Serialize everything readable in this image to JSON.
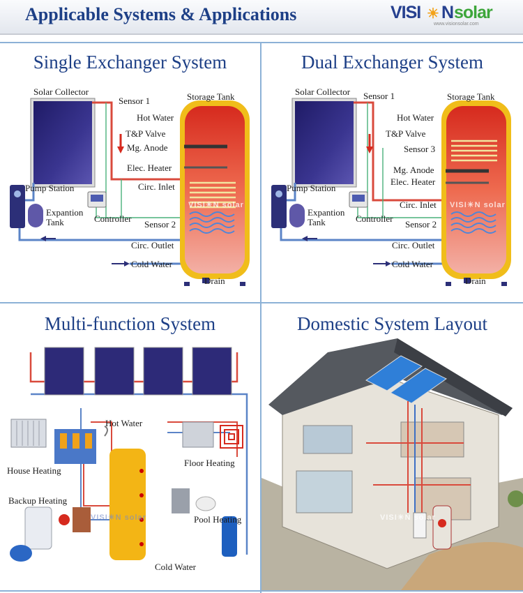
{
  "header": {
    "title": "Applicable Systems & Applications",
    "logo": {
      "vis": "VISI",
      "sun_glyph": "☀",
      "n": "N",
      "solar": "solar",
      "url": "www.visionsolar.com"
    }
  },
  "panels": {
    "single": {
      "title": "Single Exchanger System",
      "labels": {
        "solar_collector": "Solar Collector",
        "sensor1": "Sensor 1",
        "storage_tank": "Storage Tank",
        "hot_water": "Hot Water",
        "tp_valve": "T&P Valve",
        "mg_anode": "Mg. Anode",
        "elec_heater": "Elec. Heater",
        "pump_station": "Pump Station",
        "circ_inlet": "Circ. Inlet",
        "expansion_tank": "Expantion\nTank",
        "controller": "Controller",
        "sensor2": "Sensor 2",
        "circ_outlet": "Circ. Outlet",
        "cold_water": "Cold Water",
        "drain": "Drain"
      }
    },
    "dual": {
      "title": "Dual Exchanger System",
      "labels": {
        "solar_collector": "Solar Collector",
        "sensor1": "Sensor 1",
        "storage_tank": "Storage Tank",
        "hot_water": "Hot Water",
        "tp_valve": "T&P Valve",
        "sensor3": "Sensor 3",
        "mg_anode": "Mg. Anode",
        "elec_heater": "Elec. Heater",
        "pump_station": "Pump Station",
        "circ_inlet": "Circ. Inlet",
        "expansion_tank": "Expantion\nTank",
        "controller": "Controller",
        "sensor2": "Sensor 2",
        "circ_outlet": "Circ. Outlet",
        "cold_water": "Cold Water",
        "drain": "Drain"
      }
    },
    "multi": {
      "title": "Multi-function System",
      "labels": {
        "hot_water": "Hot Water",
        "house_heating": "House Heating",
        "floor_heating": "Floor Heating",
        "backup_heating": "Backup Heating",
        "pool_heating": "Pool Heating",
        "cold_water": "Cold Water"
      }
    },
    "domestic": {
      "title": "Domestic System Layout"
    }
  },
  "watermark": "VISI☀N solar",
  "colors": {
    "title": "#1d3f86",
    "grid": "#8cb1d6",
    "tank_shell": "#f0bd1a",
    "tank_hot": "#e23b2a",
    "pipe_hot": "#d94a3c",
    "pipe_cold": "#5b84c7",
    "wire": "#49b07a",
    "collector": "#2d2a78"
  }
}
